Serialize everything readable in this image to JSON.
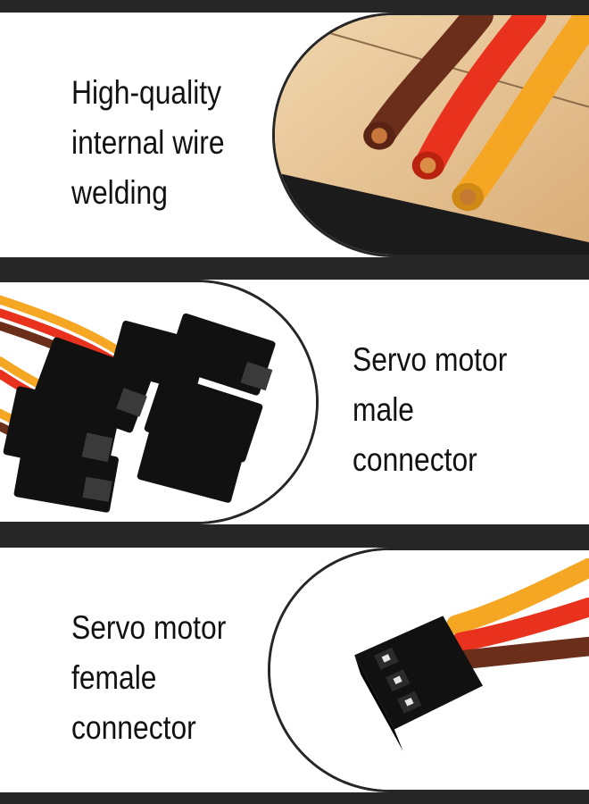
{
  "panels": [
    {
      "caption_lines": [
        "High-quality",
        "internal wire",
        "welding"
      ],
      "image": "wire-ends-on-wooden-table"
    },
    {
      "caption_lines": [
        "Servo motor",
        "male",
        "connector"
      ],
      "image": "black-servo-male-connectors"
    },
    {
      "caption_lines": [
        "Servo motor",
        "female",
        "connector"
      ],
      "image": "black-servo-female-connector"
    }
  ],
  "colors": {
    "background": "#262626",
    "panel": "#ffffff",
    "text": "#111111",
    "wire_brown": "#6b2e1a",
    "wire_red": "#e8321e",
    "wire_orange": "#f5a623",
    "connector_black": "#111111",
    "wood": "#e6c396"
  }
}
